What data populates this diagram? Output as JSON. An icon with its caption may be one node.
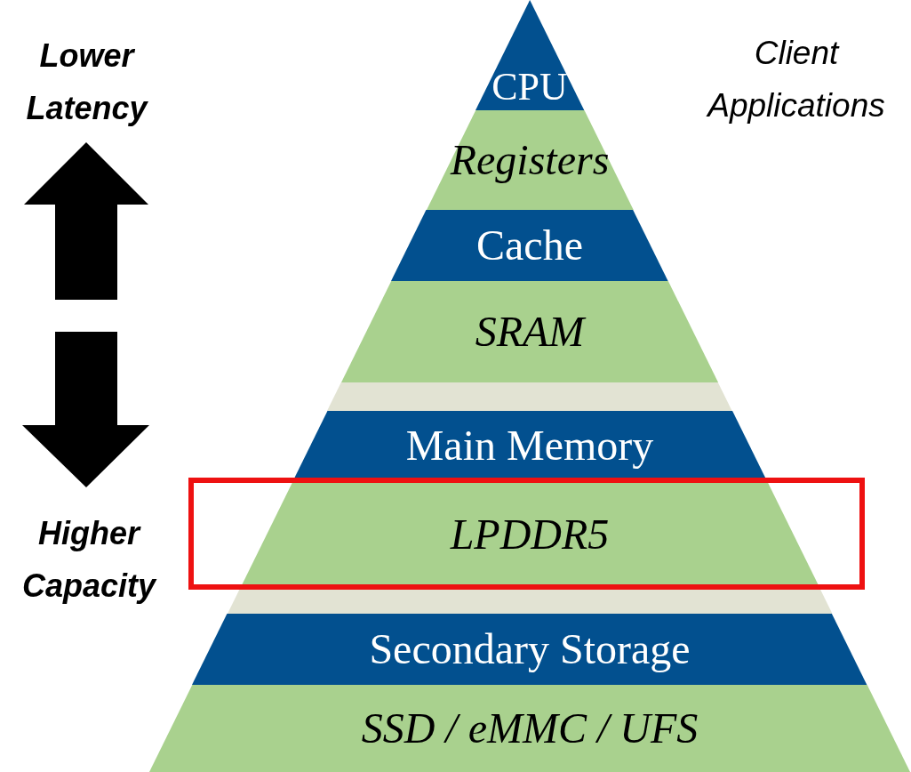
{
  "diagram": {
    "nodes": [
      {
        "text": [
          "CPU"
        ]
      },
      {
        "text": [
          "Registers"
        ]
      },
      {
        "text": [
          "Cache"
        ]
      },
      {
        "text": [
          "SRAM"
        ]
      },
      {
        "text": [],
        "shape": "band"
      },
      {
        "text": [
          "Main Memory"
        ]
      },
      {
        "text": [
          "LPDDR5"
        ]
      },
      {
        "text": [],
        "shape": "band"
      },
      {
        "text": [
          "Secondary Storage"
        ]
      },
      {
        "text": [
          "SSD / eMMC / UFS"
        ]
      }
    ],
    "labels": [
      "Lower Latency",
      "Higher Capacity",
      "Client Applications"
    ]
  }
}
